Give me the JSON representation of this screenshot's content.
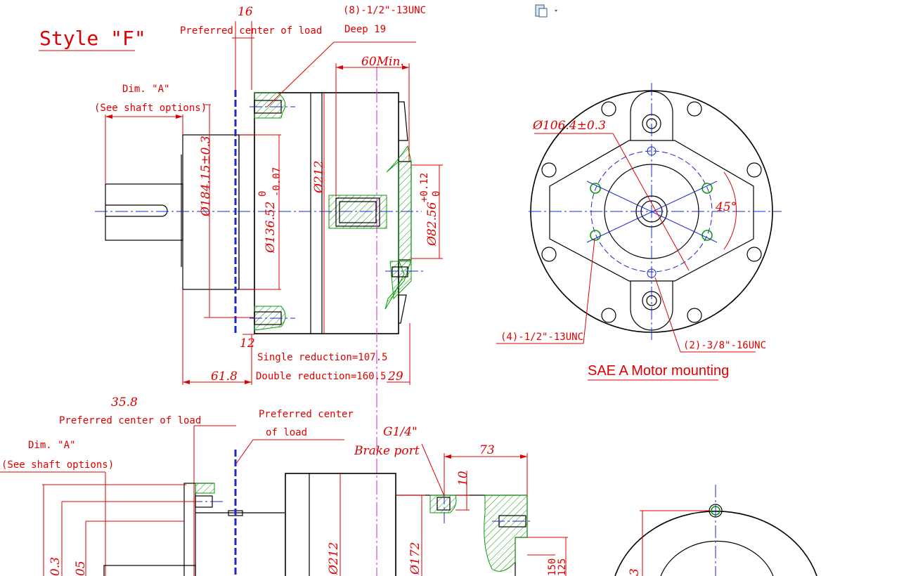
{
  "title": "Style \"F\"",
  "toolbar": {
    "paste_icon": "clipboard-icon"
  },
  "top_view": {
    "preferred_center_dim": "16",
    "preferred_center_label": "Preferred center of load",
    "tap_label_line1": "(8)-1/2\"-13UNC",
    "tap_label_line2": "Deep 19",
    "min_dim": "60Min.",
    "dim_a_line1": "Dim. \"A\"",
    "dim_a_line2": "(See shaft options)",
    "dia_184": "Ø184.15±0.3",
    "dia_136": "Ø136.52",
    "dia_136_tol_upper": "0",
    "dia_136_tol_lower": "-0.07",
    "dia_212": "Ø212",
    "dia_82": "Ø82.56",
    "dia_82_tol_upper": "+0.12",
    "dia_82_tol_lower": "0",
    "dim_12": "12",
    "single_reduction": "Single reduction=107.5",
    "double_reduction": "Double reduction=160.5",
    "dim_61": "61.8",
    "dim_29": "29"
  },
  "front_view": {
    "bolt_circle": "Ø106.4±0.3",
    "angle": "45°",
    "tap_4": "(4)-1/2\"-13UNC",
    "tap_2": "(2)-3/8\"-16UNC",
    "caption": "SAE A Motor mounting"
  },
  "bottom_view": {
    "preferred_center_dim": "35.8",
    "preferred_center_label": "Preferred center of load",
    "preferred_center_label2_line1": "Preferred center",
    "preferred_center_label2_line2": "of load",
    "dim_a_line1": "Dim. \"A\"",
    "dim_a_line2": "(See shaft options)",
    "port_size": "G1/4\"",
    "port_label": "Brake port",
    "dim_73": "73",
    "dim_10": "10",
    "dia_212": "Ø212",
    "dia_172": "Ø172",
    "partial_03": "0.3",
    "partial_05": "05",
    "partial_150": "150",
    "partial_125": "125",
    "partial_3": "3"
  }
}
